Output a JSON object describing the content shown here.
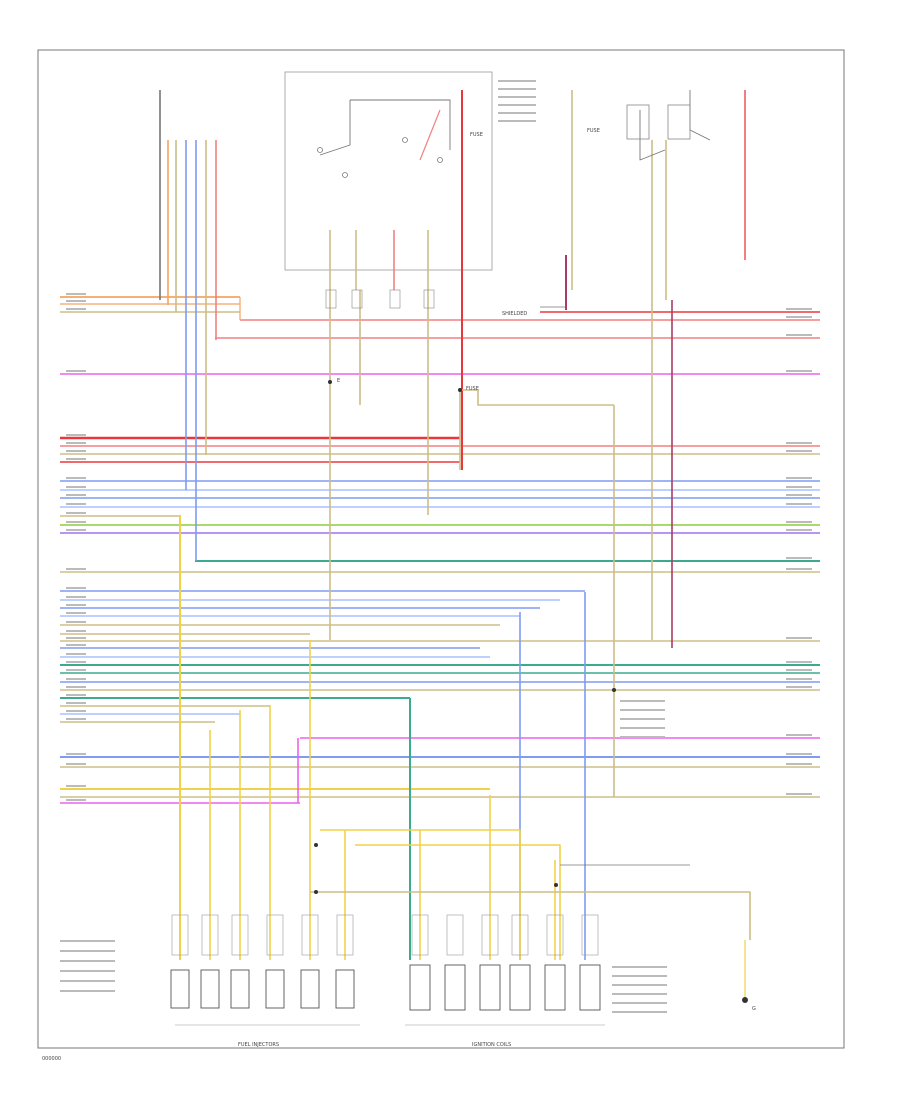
{
  "diagram": {
    "footer_code": "000000",
    "labels": {
      "fuel_injectors": "FUEL INJECTORS",
      "ignition_coils": "IGNITION COILS",
      "fuse_g": "FUSE",
      "fuse_a": "FUSE",
      "fuse_b": "FUSE",
      "junction_e": "E",
      "ground": "G",
      "shielded": "SHIELDED"
    },
    "colors": {
      "orange": "#f4a460",
      "pink": "#f08080",
      "red": "#e8383d",
      "magenta": "#ee60ee",
      "tan": "#cdbd86",
      "blue": "#7f9cf0",
      "lightblue": "#a8c0ff",
      "green": "#8ccf3c",
      "violet": "#a070f0",
      "teal": "#3caa8c",
      "yellow": "#f0d24a",
      "gray": "#777777",
      "darkred": "#a83c64"
    }
  }
}
